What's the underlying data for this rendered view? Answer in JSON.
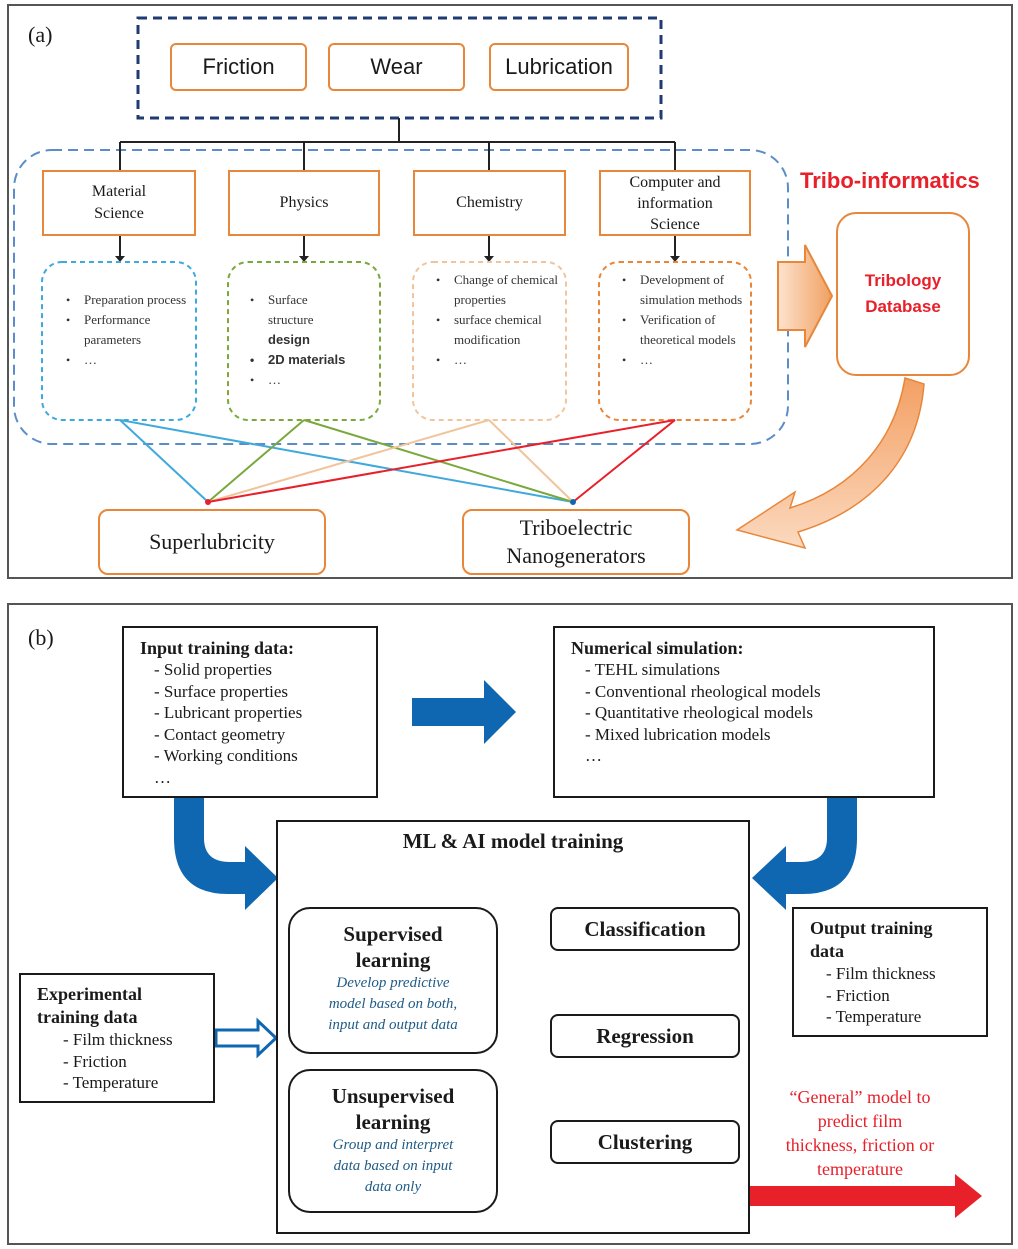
{
  "panel_a": {
    "label": "(a)",
    "top_boxes": [
      "Friction",
      "Wear",
      "Lubrication"
    ],
    "disciplines": [
      {
        "label": "Material Science",
        "lines": [
          "Material",
          "Science"
        ],
        "color": "#3fa9dd",
        "items": [
          {
            "text": "Preparation process"
          },
          {
            "text": "Performance parameters"
          },
          {
            "text": "…"
          }
        ]
      },
      {
        "label": "Physics",
        "lines": [
          "Physics"
        ],
        "color": "#7aa83c",
        "items": [
          {
            "text": "Surface structure design",
            "lines": [
              "Surface",
              "structure"
            ],
            "bold_line": "design"
          },
          {
            "text": "2D materials",
            "bold": true
          },
          {
            "text": "…"
          }
        ]
      },
      {
        "label": "Chemistry",
        "lines": [
          "Chemistry"
        ],
        "color": "#f1c49c",
        "items": [
          {
            "text": "Change of chemical properties"
          },
          {
            "text": "surface chemical modification"
          },
          {
            "text": "…"
          }
        ]
      },
      {
        "label": "Computer and information Science",
        "lines": [
          "Computer and",
          "information",
          "Science"
        ],
        "color": "#e8863a",
        "items": [
          {
            "text": "Development of simulation methods"
          },
          {
            "text": "Verification of theoretical models"
          },
          {
            "text": "…"
          }
        ]
      }
    ],
    "tribo_informatics": "Tribo-informatics",
    "database": "Tribology Database",
    "database_lines": [
      "Tribology",
      "Database"
    ],
    "applications": [
      {
        "label": "Superlubricity",
        "lines": [
          "Superlubricity"
        ]
      },
      {
        "label": "Triboelectric Nanogenerators",
        "lines": [
          "Triboelectric",
          "Nanogenerators"
        ]
      }
    ],
    "colors": {
      "orange": "#e8863a",
      "navy": "#1f3b73",
      "dash_blue": "#5b8ec9",
      "red": "#e8202a",
      "blue_line": "#3fa9dd",
      "green_line": "#7aa83c",
      "peach_line": "#f1c49c"
    }
  },
  "panel_b": {
    "label": "(b)",
    "input": {
      "title": "Input training data:",
      "items": [
        "- Solid properties",
        "- Surface properties",
        "- Lubricant properties",
        "- Contact geometry",
        "- Working conditions",
        "…"
      ]
    },
    "numerical": {
      "title": "Numerical simulation:",
      "items": [
        "- TEHL simulations",
        "- Conventional rheological models",
        "- Quantitative rheological models",
        "- Mixed lubrication models",
        "…"
      ]
    },
    "ml_title": "ML & AI model training",
    "supervised": {
      "title": "Supervised learning",
      "title_lines": [
        "Supervised",
        "learning"
      ],
      "desc": "Develop predictive model based on both, input and output data",
      "desc_lines": [
        "Develop predictive",
        "model based on both,",
        "input and output data"
      ]
    },
    "unsupervised": {
      "title": "Unsupervised learning",
      "title_lines": [
        "Unsupervised",
        "learning"
      ],
      "desc": "Group and interpret data based on input data only",
      "desc_lines": [
        "Group and interpret",
        "data based on input",
        "data only"
      ]
    },
    "results": [
      "Classification",
      "Regression",
      "Clustering"
    ],
    "experimental": {
      "title": "Experimental training data",
      "title_lines": [
        "Experimental",
        "training data"
      ],
      "items": [
        "- Film thickness",
        "- Friction",
        "- Temperature"
      ]
    },
    "output": {
      "title": "Output training data",
      "title_lines": [
        "Output training",
        "data"
      ],
      "items": [
        "- Film thickness",
        "- Friction",
        "- Temperature"
      ]
    },
    "general": {
      "text": "“General” model to predict film thickness, friction or temperature",
      "lines": [
        "“General” model to",
        "predict film",
        "thickness, friction or",
        "temperature"
      ]
    },
    "colors": {
      "blue": "#1067b1",
      "red": "#e8202a",
      "desc": "#1f5b86"
    }
  }
}
